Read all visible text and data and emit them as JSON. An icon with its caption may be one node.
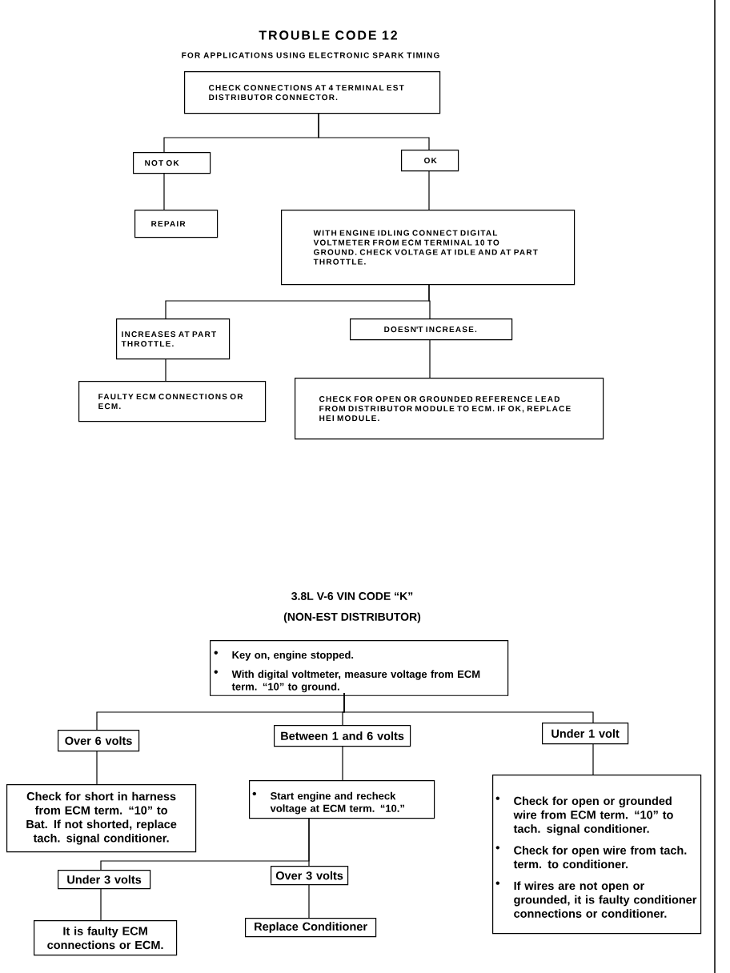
{
  "diagram": {
    "title": "TROUBLE CODE 12",
    "nodes": [
      {
        "text": [
          "CHECK CONNECTIONS AT 4 TERMINAL EST DISTRIBUTOR CONNECTOR."
        ]
      },
      {
        "text": [
          "NOT OK"
        ]
      },
      {
        "text": [
          "OK"
        ]
      },
      {
        "text": [
          "REPAIR"
        ]
      },
      {
        "text": [
          "WITH ENGINE IDLING CONNECT DIGITAL VOLTMETER FROM ECM TERMINAL 10 TO GROUND. CHECK VOLTAGE AT IDLE AND AT PART THROTTLE."
        ]
      },
      {
        "text": [
          "INCREASES AT PART THROTTLE."
        ]
      },
      {
        "text": [
          "DOESN'T INCREASE."
        ]
      },
      {
        "text": [
          "FAULTY ECM CONNECTIONS OR ECM."
        ]
      },
      {
        "text": [
          "CHECK FOR OPEN OR GROUNDED REFERENCE LEAD FROM DISTRIBUTOR MODULE TO ECM. IF OK, REPLACE HEI MODULE."
        ]
      },
      {
        "text": [
          "Key on, engine stopped.",
          "With digital voltmeter, measure voltage from ECM term. “10” to ground."
        ]
      },
      {
        "text": [
          "Over 6 volts"
        ]
      },
      {
        "text": [
          "Between 1 and 6 volts"
        ]
      },
      {
        "text": [
          "Under 1 volt"
        ]
      },
      {
        "text": [
          "Check for short in harness from ECM term. “10” to Bat. If not shorted, replace tach. signal conditioner."
        ]
      },
      {
        "text": [
          "Start engine and recheck voltage at ECM term. “10.”"
        ]
      },
      {
        "text": [
          "Check for open or grounded wire from ECM term. “10” to tach. signal conditioner.",
          "Check for open wire from tach. term. to conditioner.",
          "If wires are not open or grounded, it is faulty conditioner connections or conditioner."
        ]
      },
      {
        "text": [
          "Under 3 volts"
        ]
      },
      {
        "text": [
          "Over 3 volts"
        ]
      },
      {
        "text": [
          "It is faulty ECM connections or ECM."
        ]
      },
      {
        "text": [
          "Replace Conditioner"
        ]
      }
    ],
    "edges": [
      {
        "from": 0,
        "to": 1,
        "arrow": "none"
      },
      {
        "from": 0,
        "to": 2,
        "arrow": "none"
      },
      {
        "from": 1,
        "to": 3,
        "arrow": "none"
      },
      {
        "from": 2,
        "to": 4,
        "arrow": "none"
      },
      {
        "from": 4,
        "to": 5,
        "arrow": "none"
      },
      {
        "from": 4,
        "to": 6,
        "arrow": "none"
      },
      {
        "from": 5,
        "to": 7,
        "arrow": "none"
      },
      {
        "from": 6,
        "to": 8,
        "arrow": "none"
      },
      {
        "from": 9,
        "to": 10,
        "arrow": "none"
      },
      {
        "from": 9,
        "to": 11,
        "arrow": "none"
      },
      {
        "from": 9,
        "to": 12,
        "arrow": "none"
      },
      {
        "from": 10,
        "to": 13,
        "arrow": "none"
      },
      {
        "from": 11,
        "to": 14,
        "arrow": "none"
      },
      {
        "from": 12,
        "to": 15,
        "arrow": "none"
      },
      {
        "from": 14,
        "to": 16,
        "arrow": "none"
      },
      {
        "from": 14,
        "to": 17,
        "arrow": "none"
      },
      {
        "from": 16,
        "to": 18,
        "arrow": "none"
      },
      {
        "from": 17,
        "to": 19,
        "arrow": "none"
      }
    ],
    "labels": [
      "FOR APPLICATIONS USING ELECTRONIC SPARK TIMING",
      "3.8L V-6 VIN CODE “K”",
      "(NON-EST DISTRIBUTOR)"
    ]
  }
}
